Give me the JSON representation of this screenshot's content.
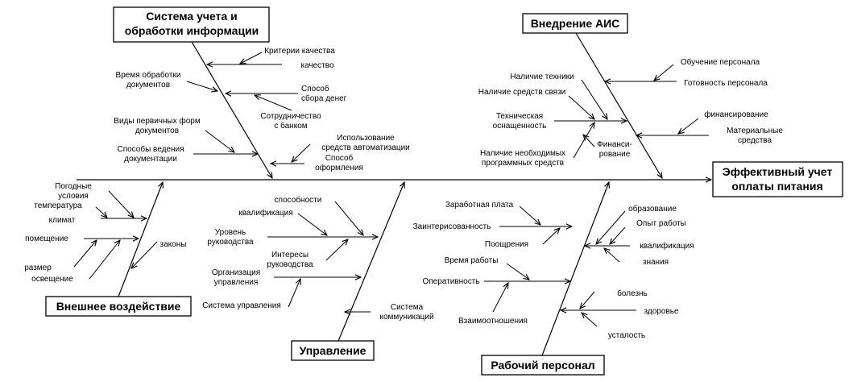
{
  "boxes": {
    "sys_uchet": [
      "Система учета и",
      "обработки информации"
    ],
    "vnedrenie": [
      "Внедрение АИС"
    ],
    "effect": [
      "Эффективный учет",
      "оплаты питания"
    ],
    "vneshnee": [
      "Внешнее воздействие"
    ],
    "upravlenie": [
      "Управление"
    ],
    "personal": [
      "Рабочий персонал"
    ]
  },
  "labels": {
    "kriterii": [
      "Критерии качества"
    ],
    "kachestvo": [
      "качество"
    ],
    "vremya_obr": [
      "Время обработки",
      "документов"
    ],
    "sposob_sbora": [
      "Способ",
      "сбора денег"
    ],
    "sotrudnichestvo": [
      "Сотрудничество",
      "с банком"
    ],
    "vidy_form": [
      "Виды первичных форм",
      "документов"
    ],
    "ispolzovanie": [
      "Использование",
      "средств автоматизации"
    ],
    "sposoby_vedeniya": [
      "Способы ведения",
      "документации"
    ],
    "sposob_oformleniya": [
      "Способ",
      "оформления"
    ],
    "nalichie_tehniki": [
      "Наличие техники"
    ],
    "nalichie_svyazi": [
      "Наличие средств связи"
    ],
    "teh_osnash": [
      "Техническая",
      "оснащенность"
    ],
    "nalichie_prog": [
      "Наличие необходимых",
      "программных средств"
    ],
    "finansirovanie_h": [
      "Финанси-",
      "рование"
    ],
    "obuchenie": [
      "Обучение персонала"
    ],
    "gotovnost": [
      "Готовность персонала"
    ],
    "finansirovanie": [
      "финансирование"
    ],
    "materialnye": [
      "Материальные",
      "средства"
    ],
    "pogodnye": [
      "Погодные",
      "условия"
    ],
    "temperatura": [
      "температура"
    ],
    "klimat": [
      "климат"
    ],
    "pomeshenie": [
      "помещение"
    ],
    "zakony": [
      "законы"
    ],
    "razmer": [
      "размер"
    ],
    "osveshenie": [
      "освещение"
    ],
    "sposobnosti": [
      "способности"
    ],
    "kvalifikaciya_u": [
      "квалификация"
    ],
    "uroven": [
      "Уровень",
      "руководства"
    ],
    "interesy": [
      "Интересы",
      "руководства"
    ],
    "organizaciya": [
      "Организация",
      "управления"
    ],
    "sistema_upr": [
      "Система управления"
    ],
    "sistema_kom": [
      "Система",
      "коммуникаций"
    ],
    "zarplata": [
      "Заработная плата"
    ],
    "zainteres": [
      "Заинтерисованность"
    ],
    "pooshreniya": [
      "Поощрения"
    ],
    "vremya_raboty": [
      "Время работы"
    ],
    "operativnost": [
      "Оперативность"
    ],
    "vzaimo": [
      "Взаимоотношения"
    ],
    "obrazovanie": [
      "образование"
    ],
    "opyt": [
      "Опыт работы"
    ],
    "kvalifikaciya_p": [
      "квалификация"
    ],
    "znaniya": [
      "знания"
    ],
    "bolezn": [
      "болезнь"
    ],
    "zdorovie": [
      "здоровье"
    ],
    "ustalost": [
      "усталость"
    ]
  }
}
